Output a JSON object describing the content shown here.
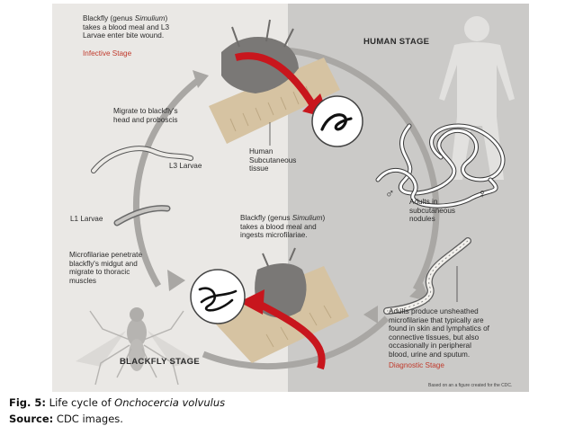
{
  "diagram": {
    "stages": {
      "human": "HUMAN STAGE",
      "blackfly": "BLACKFLY STAGE"
    },
    "labels": {
      "bite_l3_pre": "Blackfly (genus ",
      "bite_l3_genus": "Simulium",
      "bite_l3_post": ")\ntakes a blood meal and L3\nLarvae enter bite wound.",
      "infective_stage": "Infective Stage",
      "migrate_head": "Migrate to blackfly's\nhead and proboscis",
      "l3_larvae": "L3 Larvae",
      "l1_larvae": "L1 Larvae",
      "human_tissue": "Human\nSubcutaneous\ntissue",
      "adults_nodules": "Adults in\nsubcutaneous\nnodules",
      "male_symbol": "♂",
      "female_symbol": "♀",
      "bite_mf_pre": "Blackfly (genus ",
      "bite_mf_genus": "Simulium",
      "bite_mf_post": ")\ntakes a blood meal and\ningests microfilariae.",
      "microfilariae_penetrate": "Microfilariae penetrate\nblackfly's midgut and\nmigrate to thoracic\nmuscles",
      "adults_produce": "Adults produce unsheathed\nmicrofilariae that typically are\nfound in skin and lymphatics of\nconnective tissues, but also\noccasionally in peripheral\nblood, urine and sputum.",
      "diagnostic_stage": "Diagnostic Stage",
      "credit": "Based on an a figure created for the CDC."
    },
    "colors": {
      "red_arrow": "#c8161d",
      "label_red": "#c0392b",
      "left_panel": "#e9e7e4",
      "right_panel": "#c9c8c6"
    }
  },
  "caption": {
    "fig_label": "Fig. 5:",
    "fig_text": " Life cycle of ",
    "fig_species": "Onchocercia volvulus",
    "source_label": "Source:",
    "source_text": " CDC images."
  }
}
